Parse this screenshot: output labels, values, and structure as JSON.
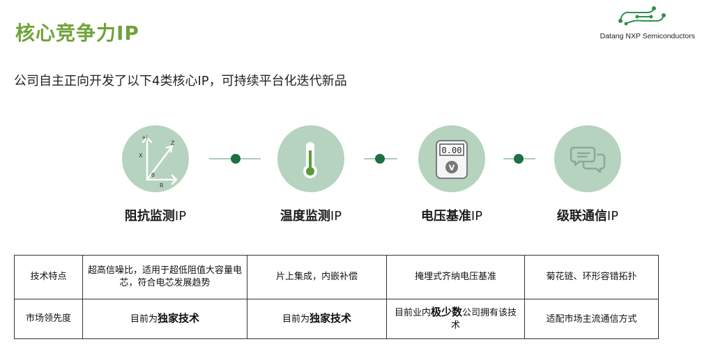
{
  "header": {
    "title": "核心竞争力IP",
    "company": "Datang NXP Semiconductors"
  },
  "subtitle": "公司自主正向开发了以下4类核心IP，可持续平台化迭代新品",
  "ip_items": [
    {
      "name": "阻抗监测",
      "suffix": "IP",
      "icon": "impedance-vector-icon",
      "glyphs": {
        "j": "+j",
        "x": "X",
        "z": "Z",
        "theta": "θ",
        "r": "R"
      }
    },
    {
      "name": "温度监测",
      "suffix": "IP",
      "icon": "thermometer-icon"
    },
    {
      "name": "电压基准",
      "suffix": "IP",
      "icon": "voltmeter-icon",
      "glyphs": {
        "reading": "0.00",
        "unit": "V"
      }
    },
    {
      "name": "级联通信",
      "suffix": "IP",
      "icon": "chat-bubbles-icon"
    }
  ],
  "table": {
    "row1": {
      "header": "技术特点",
      "cells": [
        "超高信噪比，适用于超低阻值大容量电芯，符合电芯发展趋势",
        "片上集成，内嵌补偿",
        "掩埋式齐纳电压基准",
        "菊花链、环形容错拓扑"
      ]
    },
    "row2": {
      "header": "市场领先度",
      "cells": [
        {
          "pre": "目前为",
          "bold": "独家技术",
          "post": ""
        },
        {
          "pre": "目前为",
          "bold": "独家技术",
          "post": ""
        },
        {
          "pre": "目前业内",
          "bold": "极少数",
          "post": "公司拥有该技术"
        },
        {
          "pre": "适配市场主流通信方式",
          "bold": "",
          "post": ""
        }
      ]
    }
  },
  "colors": {
    "title": "#6fa33a",
    "circle": "#b5d3bf",
    "dot": "#1d7044",
    "icon_green": "#5a9a3a"
  }
}
